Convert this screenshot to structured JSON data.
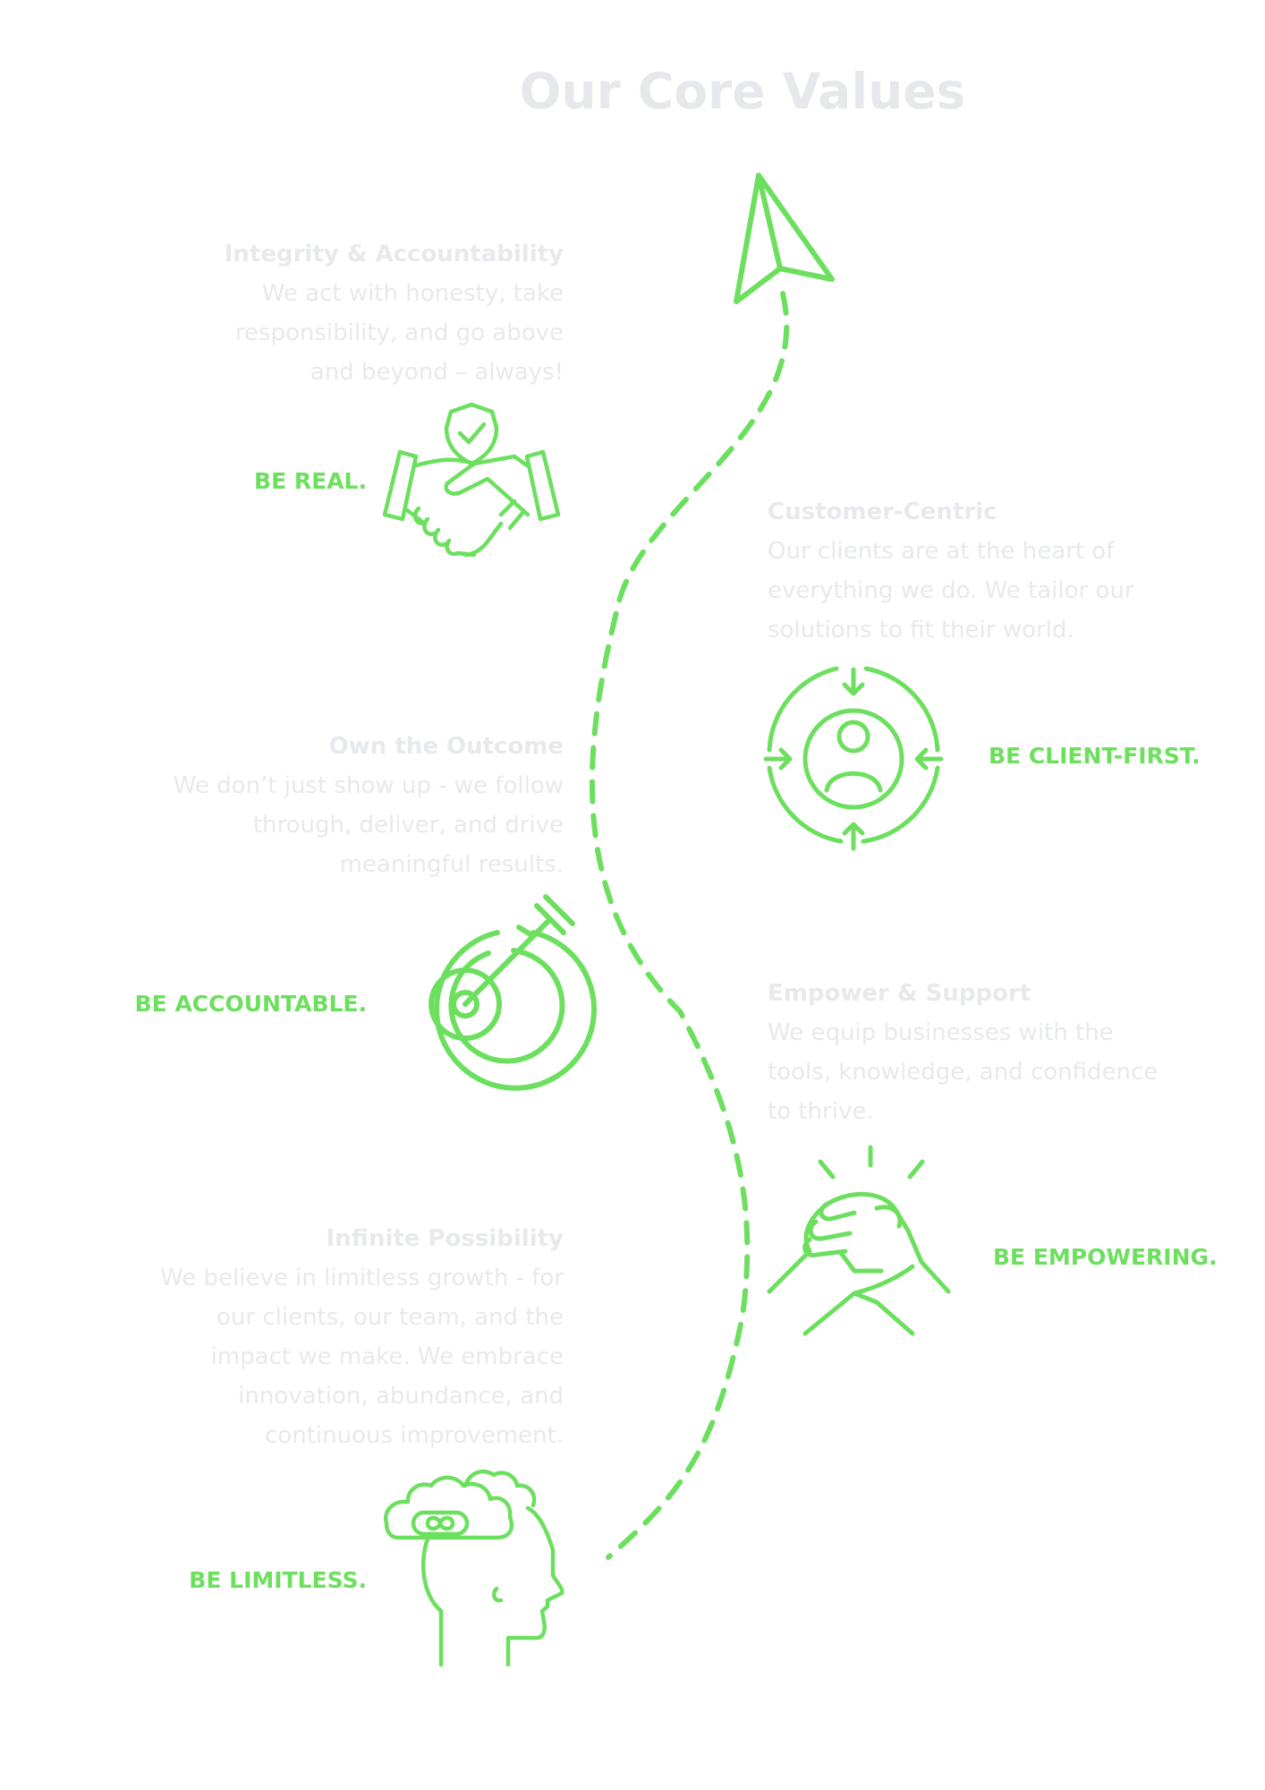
{
  "title": "Our Core Values",
  "accent_color": "#6ddf5f",
  "muted_text_color": "#e7e9ed",
  "values": [
    {
      "heading": "Integrity & Accountability",
      "description": "We act with honesty, take responsibility, and go above and beyond – always!",
      "slogan": "BE REAL.",
      "icon": "handshake-shield-icon"
    },
    {
      "heading": "Customer-Centric",
      "description": "Our clients are at the heart of everything we do. We tailor our solutions to fit their world.",
      "slogan": "BE CLIENT-FIRST.",
      "icon": "customer-focus-icon"
    },
    {
      "heading": "Own the Outcome",
      "description": "We don’t just show up - we follow through, deliver, and drive meaningful results.",
      "slogan": "BE ACCOUNTABLE.",
      "icon": "target-arrow-icon"
    },
    {
      "heading": "Empower & Support",
      "description": "We equip businesses with the tools, knowledge, and confidence to thrive.",
      "slogan": "BE EMPOWERING.",
      "icon": "clasped-hands-icon"
    },
    {
      "heading": "Infinite Possibility",
      "description": "We believe in limitless growth - for our clients, our team, and the impact we make. We embrace innovation, abundance, and continuous improvement.",
      "slogan": "BE LIMITLESS.",
      "icon": "mind-infinity-icon"
    }
  ]
}
